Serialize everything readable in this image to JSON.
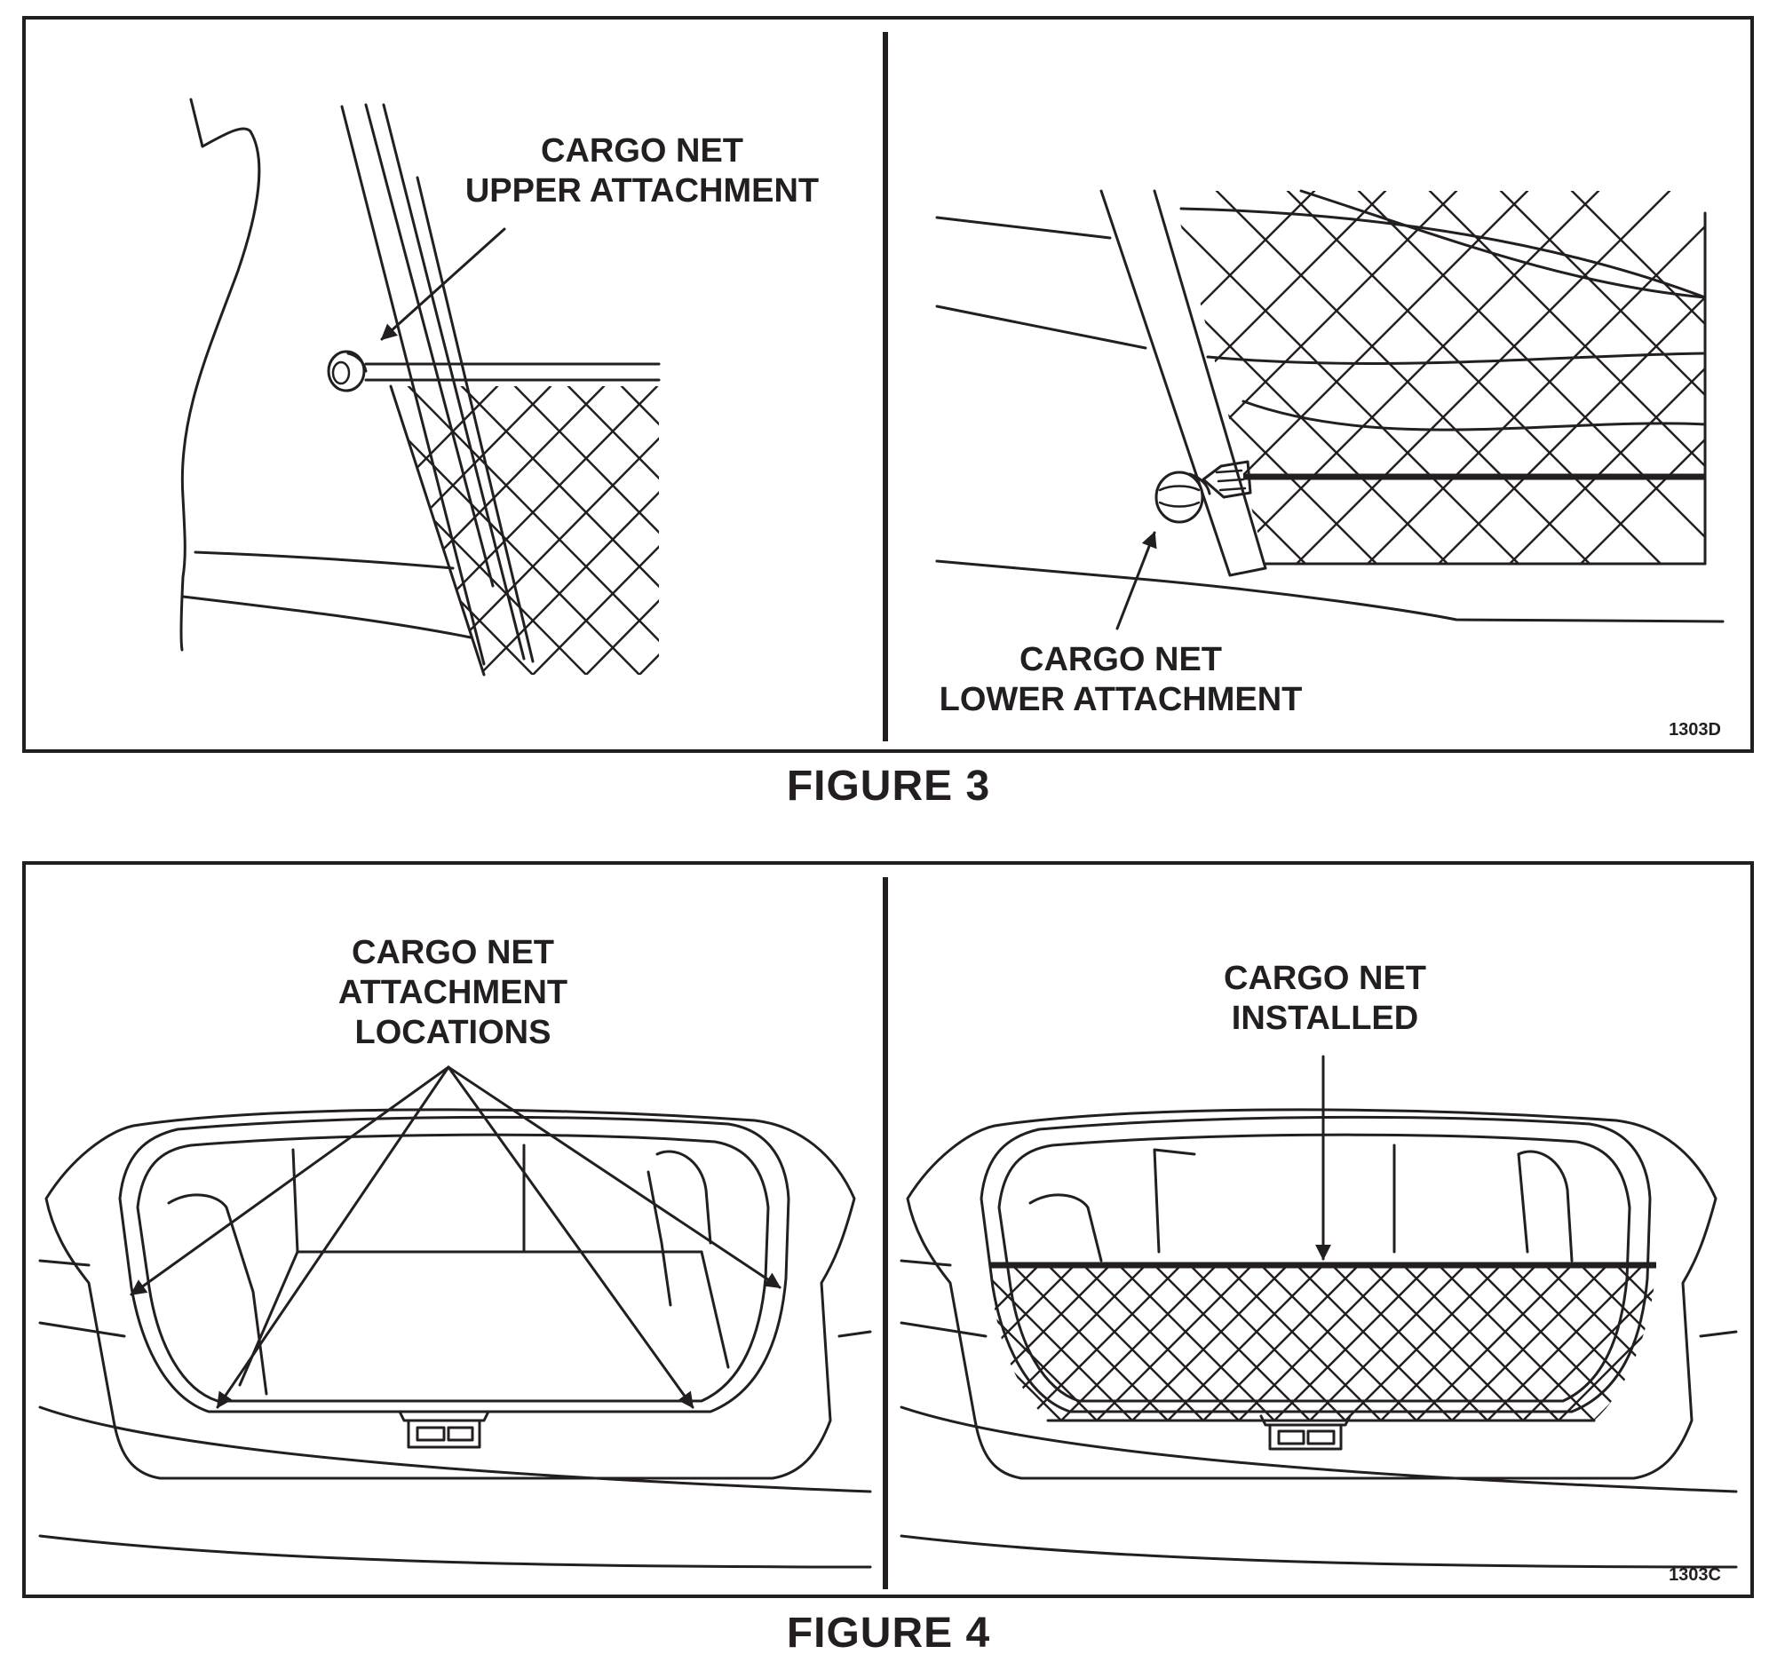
{
  "figure3": {
    "caption": "FIGURE 3",
    "left_label": [
      "CARGO NET",
      "UPPER ATTACHMENT"
    ],
    "right_label": [
      "CARGO NET",
      "LOWER ATTACHMENT"
    ],
    "code": "1303D"
  },
  "figure4": {
    "caption": "FIGURE 4",
    "left_label": [
      "CARGO NET",
      "ATTACHMENT",
      "LOCATIONS"
    ],
    "right_label": [
      "CARGO NET",
      "INSTALLED"
    ],
    "code": "1303C"
  },
  "icons": [
    "attachment-button-icon",
    "arrow-icon",
    "cargo-net-mesh-icon",
    "trunk-opening-icon"
  ]
}
